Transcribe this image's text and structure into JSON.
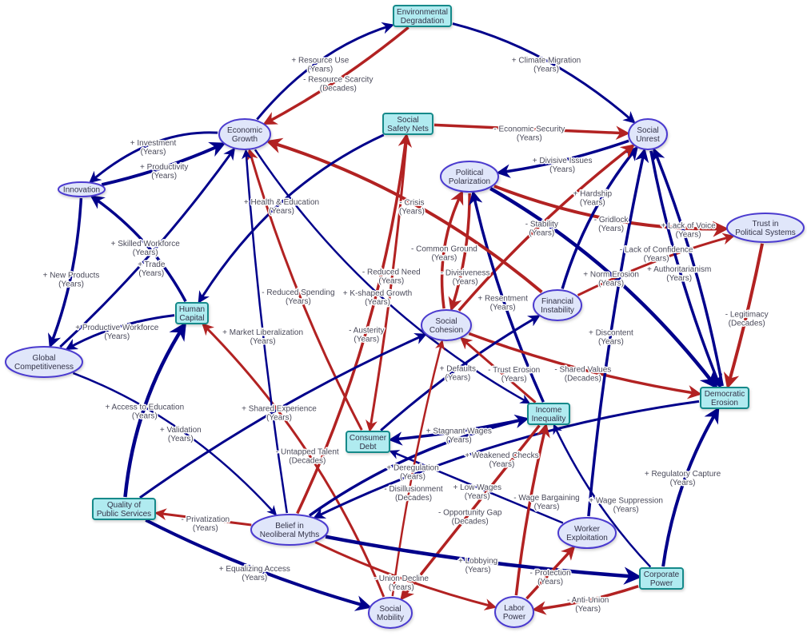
{
  "title": "Causal Loop Diagram",
  "colors": {
    "positive": "#00008B",
    "negative": "#B22222",
    "ellipse_fill": "#E0E6FA",
    "ellipse_stroke": "#4B3BCF",
    "stock_fill": "#B0EBF0",
    "stock_stroke": "#138A8A"
  },
  "nodes": [
    {
      "id": "ED",
      "lines": [
        "Environmental",
        "Degradation"
      ],
      "shape": "stock"
    },
    {
      "id": "EG",
      "lines": [
        "Economic",
        "Growth"
      ],
      "shape": "variable"
    },
    {
      "id": "SSN",
      "lines": [
        "Social",
        "Safety Nets"
      ],
      "shape": "stock"
    },
    {
      "id": "SU",
      "lines": [
        "Social",
        "Unrest"
      ],
      "shape": "variable"
    },
    {
      "id": "INN",
      "lines": [
        "Innovation"
      ],
      "shape": "variable"
    },
    {
      "id": "PP",
      "lines": [
        "Political",
        "Polarization"
      ],
      "shape": "variable"
    },
    {
      "id": "TPS",
      "lines": [
        "Trust in",
        "Political Systems"
      ],
      "shape": "variable"
    },
    {
      "id": "FI",
      "lines": [
        "Financial",
        "Instability"
      ],
      "shape": "variable"
    },
    {
      "id": "HC",
      "lines": [
        "Human",
        "Capital"
      ],
      "shape": "stock"
    },
    {
      "id": "SC",
      "lines": [
        "Social",
        "Cohesion"
      ],
      "shape": "variable"
    },
    {
      "id": "GC",
      "lines": [
        "Global",
        "Competitiveness"
      ],
      "shape": "variable"
    },
    {
      "id": "DE",
      "lines": [
        "Democratic",
        "Erosion"
      ],
      "shape": "stock"
    },
    {
      "id": "II",
      "lines": [
        "Income",
        "Inequality"
      ],
      "shape": "stock"
    },
    {
      "id": "CD",
      "lines": [
        "Consumer",
        "Debt"
      ],
      "shape": "stock"
    },
    {
      "id": "QPS",
      "lines": [
        "Quality of",
        "Public Services"
      ],
      "shape": "stock"
    },
    {
      "id": "BNM",
      "lines": [
        "Belief in",
        "Neoliberal Myths"
      ],
      "shape": "variable"
    },
    {
      "id": "WE",
      "lines": [
        "Worker",
        "Exploitation"
      ],
      "shape": "variable"
    },
    {
      "id": "CP",
      "lines": [
        "Corporate",
        "Power"
      ],
      "shape": "stock"
    },
    {
      "id": "SM",
      "lines": [
        "Social",
        "Mobility"
      ],
      "shape": "variable"
    },
    {
      "id": "LP",
      "lines": [
        "Labor",
        "Power"
      ],
      "shape": "variable"
    }
  ],
  "edges": [
    {
      "from": "EG",
      "to": "ED",
      "sign": "+",
      "label": "Resource Use",
      "delay": "(Years)"
    },
    {
      "from": "ED",
      "to": "EG",
      "sign": "-",
      "label": "Resource Scarcity",
      "delay": "(Decades)"
    },
    {
      "from": "ED",
      "to": "SU",
      "sign": "+",
      "label": "Climate Migration",
      "delay": "(Years)"
    },
    {
      "from": "EG",
      "to": "INN",
      "sign": "+",
      "label": "Investment",
      "delay": "(Years)"
    },
    {
      "from": "INN",
      "to": "EG",
      "sign": "+",
      "label": "Productivity",
      "delay": "(Years)"
    },
    {
      "from": "SSN",
      "to": "SU",
      "sign": "-",
      "label": "Economic Security",
      "delay": "(Years)"
    },
    {
      "from": "SU",
      "to": "PP",
      "sign": "+",
      "label": "Divisive Issues",
      "delay": "(Years)"
    },
    {
      "from": "PP",
      "to": "TPS",
      "sign": "-",
      "label": "Gridlock",
      "delay": "(Years)"
    },
    {
      "from": "PP",
      "to": "DE",
      "sign": "+",
      "label": "Norm Erosion",
      "delay": "(Years)"
    },
    {
      "from": "FI",
      "to": "SU",
      "sign": "+",
      "label": "Hardship",
      "delay": "(Years)"
    },
    {
      "from": "FI",
      "to": "TPS",
      "sign": "-",
      "label": "Lack of Confidence",
      "delay": "(Years)"
    },
    {
      "from": "SC",
      "to": "SU",
      "sign": "-",
      "label": "Stability",
      "delay": "(Years)"
    },
    {
      "from": "SC",
      "to": "PP",
      "sign": "-",
      "label": "Common Ground",
      "delay": "(Years)"
    },
    {
      "from": "PP",
      "to": "SC",
      "sign": "-",
      "label": "Divisiveness",
      "delay": "(Years)"
    },
    {
      "from": "II",
      "to": "PP",
      "sign": "+",
      "label": "Resentment",
      "delay": "(Years)"
    },
    {
      "from": "FI",
      "to": "EG",
      "sign": "-",
      "label": "Crisis",
      "delay": "(Years)"
    },
    {
      "from": "SSN",
      "to": "HC",
      "sign": "+",
      "label": "Health & Education",
      "delay": "(Years)"
    },
    {
      "from": "CD",
      "to": "EG",
      "sign": "-",
      "label": "Reduced Spending",
      "delay": "(Years)"
    },
    {
      "from": "EG",
      "to": "II",
      "sign": "+",
      "label": "K-shaped Growth",
      "delay": "(Years)"
    },
    {
      "from": "BNM",
      "to": "SSN",
      "sign": "-",
      "label": "Austerity",
      "delay": "(Years)"
    },
    {
      "from": "SSN",
      "to": "CD",
      "sign": "-",
      "label": "Reduced Need",
      "delay": "(Years)"
    },
    {
      "from": "HC",
      "to": "INN",
      "sign": "+",
      "label": "Skilled Workforce",
      "delay": "(Years)"
    },
    {
      "from": "GC",
      "to": "EG",
      "sign": "+",
      "label": "Trade",
      "delay": "(Years)"
    },
    {
      "from": "INN",
      "to": "GC",
      "sign": "+",
      "label": "New Products",
      "delay": "(Years)"
    },
    {
      "from": "HC",
      "to": "GC",
      "sign": "+",
      "label": "Productive Workforce",
      "delay": "(Years)"
    },
    {
      "from": "GC",
      "to": "BNM",
      "sign": "+",
      "label": "Validation",
      "delay": "(Years)"
    },
    {
      "from": "QPS",
      "to": "HC",
      "sign": "+",
      "label": "Access to Education",
      "delay": "(Years)"
    },
    {
      "from": "QPS",
      "to": "SC",
      "sign": "+",
      "label": "Shared Experience",
      "delay": "(Years)"
    },
    {
      "from": "SM",
      "to": "HC",
      "sign": "-",
      "label": "Untapped Talent",
      "delay": "(Decades)"
    },
    {
      "from": "BNM",
      "to": "QPS",
      "sign": "-",
      "label": "Privatization",
      "delay": "(Years)"
    },
    {
      "from": "QPS",
      "to": "SM",
      "sign": "+",
      "label": "Equalizing Access",
      "delay": "(Years)"
    },
    {
      "from": "SC",
      "to": "DE",
      "sign": "-",
      "label": "Shared Values",
      "delay": "(Decades)"
    },
    {
      "from": "CD",
      "to": "FI",
      "sign": "+",
      "label": "Defaults",
      "delay": "(Years)"
    },
    {
      "from": "II",
      "to": "SC",
      "sign": "-",
      "label": "Trust Erosion",
      "delay": "(Years)"
    },
    {
      "from": "II",
      "to": "CD",
      "sign": "+",
      "label": "Stagnant Wages",
      "delay": "(Years)"
    },
    {
      "from": "BNM",
      "to": "II",
      "sign": "+",
      "label": "Deregulation",
      "delay": "(Years)"
    },
    {
      "from": "DE",
      "to": "BNM",
      "sign": "+",
      "label": "Weakened Checks",
      "delay": "(Years)"
    },
    {
      "from": "WE",
      "to": "CD",
      "sign": "+",
      "label": "Low Wages",
      "delay": "(Years)"
    },
    {
      "from": "SM",
      "to": "SC",
      "sign": "-",
      "label": "Disillusionment",
      "delay": "(Decades)"
    },
    {
      "from": "II",
      "to": "SM",
      "sign": "-",
      "label": "Opportunity Gap",
      "delay": "(Decades)"
    },
    {
      "from": "LP",
      "to": "II",
      "sign": "-",
      "label": "Wage Bargaining",
      "delay": "(Years)"
    },
    {
      "from": "CP",
      "to": "II",
      "sign": "+",
      "label": "Wage Suppression",
      "delay": "(Years)"
    },
    {
      "from": "WE",
      "to": "SU",
      "sign": "+",
      "label": "Discontent",
      "delay": "(Years)"
    },
    {
      "from": "CP",
      "to": "DE",
      "sign": "+",
      "label": "Regulatory Capture",
      "delay": "(Years)"
    },
    {
      "from": "BNM",
      "to": "CP",
      "sign": "+",
      "label": "Lobbying",
      "delay": "(Years)"
    },
    {
      "from": "BNM",
      "to": "LP",
      "sign": "-",
      "label": "Union Decline",
      "delay": "(Years)"
    },
    {
      "from": "LP",
      "to": "WE",
      "sign": "-",
      "label": "Protection",
      "delay": "(Years)"
    },
    {
      "from": "CP",
      "to": "LP",
      "sign": "-",
      "label": "Anti-Union",
      "delay": "(Years)"
    },
    {
      "from": "TPS",
      "to": "DE",
      "sign": "-",
      "label": "Legitimacy",
      "delay": "(Decades)"
    },
    {
      "from": "SU",
      "to": "DE",
      "sign": "+",
      "label": "Authoritarianism",
      "delay": "(Years)"
    },
    {
      "from": "DE",
      "to": "SU",
      "sign": "+",
      "label": "Lack of Voice",
      "delay": "(Years)"
    },
    {
      "from": "BNM",
      "to": "EG",
      "sign": "+",
      "label": "Market Liberalization",
      "delay": "(Years)"
    }
  ]
}
